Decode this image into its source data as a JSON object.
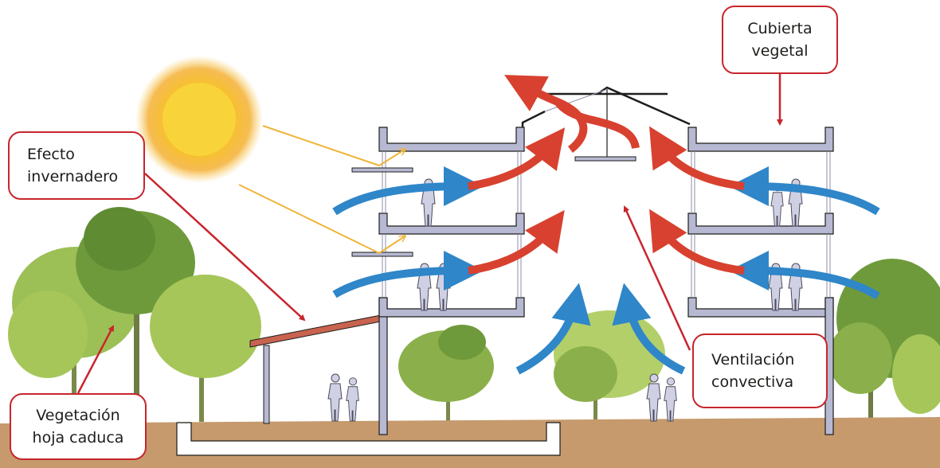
{
  "labels": {
    "cubierta_line1": "Cubierta",
    "cubierta_line2": "vegetal",
    "efecto_line1": "Efecto",
    "efecto_line2": "invernadero",
    "vegetacion_line1": "Vegetación",
    "vegetacion_line2": "hoja caduca",
    "ventilacion_line1": "Ventilación",
    "ventilacion_line2": "convectiva"
  },
  "colors": {
    "warm_air": "#d8412f",
    "cool_air": "#2f86c8",
    "callout_border": "#c8252d",
    "structure": "#b7b9d2",
    "ground": "#c69a6d",
    "sun": "#f9c51e",
    "sun_ray": "#efb53a",
    "foliage_light": "#a7c65a",
    "foliage_dark": "#6f9a3c",
    "greenhouse_roof": "#c8634f"
  },
  "icons": [
    "sun-icon",
    "person-icon",
    "tree-icon",
    "arrow-icon"
  ]
}
